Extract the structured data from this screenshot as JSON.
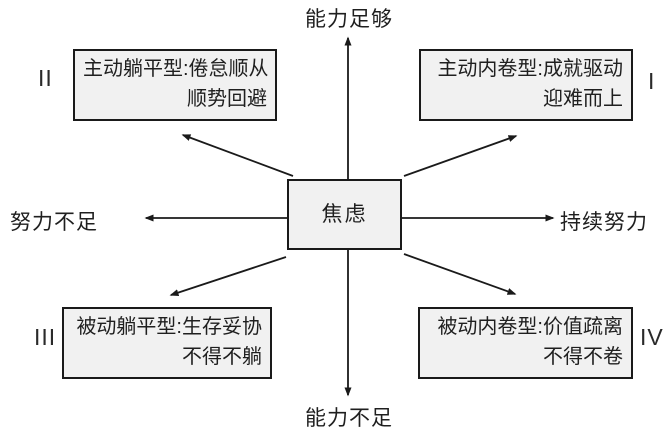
{
  "diagram": {
    "center_label": "焦虑",
    "axes": {
      "top": "能力足够",
      "bottom": "能力不足",
      "left": "努力不足",
      "right": "持续努力"
    },
    "quadrants": [
      {
        "numeral": "I",
        "line1": "主动内卷型:成就驱动",
        "line2": "迎难而上"
      },
      {
        "numeral": "II",
        "line1": "主动躺平型:倦怠顺从",
        "line2": "顺势回避"
      },
      {
        "numeral": "III",
        "line1": "被动躺平型:生存妥协",
        "line2": "不得不躺"
      },
      {
        "numeral": "IV",
        "line1": "被动内卷型:价值疏离",
        "line2": "不得不卷"
      }
    ],
    "colors": {
      "background": "#ffffff",
      "box_fill": "#f1f1f1",
      "box_border": "#1a1a1a",
      "arrow": "#1a1a1a",
      "text": "#1f1f1f"
    }
  }
}
